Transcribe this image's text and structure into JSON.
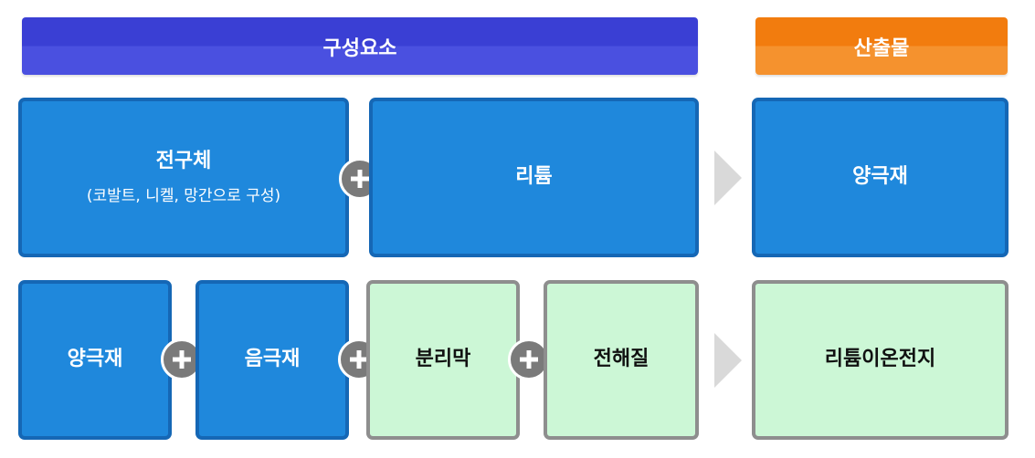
{
  "headers": {
    "components": "구성요소",
    "output": "산출물"
  },
  "row1": {
    "precursor": {
      "title": "전구체",
      "subtitle": "(코발트, 니켈, 망간으로 구성)"
    },
    "lithium": "리튬",
    "result": "양극재"
  },
  "row2": {
    "cathode": "양극재",
    "anode": "음극재",
    "separator": "분리막",
    "electrolyte": "전해질",
    "result": "리튬이온전지"
  },
  "colors": {
    "header_blue": "#3a3fd4",
    "header_orange": "#f27c0e",
    "box_blue": "#1f88dc",
    "box_blue_border": "#1567b5",
    "box_green": "#ccf7d6",
    "box_green_border": "#8e8e8e",
    "plus_gray": "#7a7a7a",
    "arrow_gray": "#d9d9d9"
  },
  "icons": [
    "plus-icon",
    "arrow-right-icon"
  ]
}
